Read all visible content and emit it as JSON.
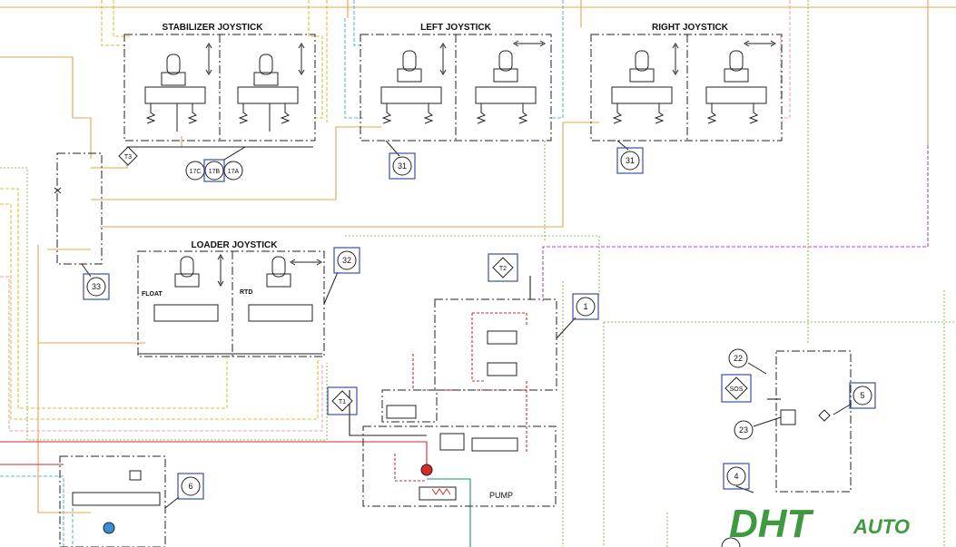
{
  "joysticks": {
    "stabilizer": "STABILIZER JOYSTICK",
    "left": "LEFT JOYSTICK",
    "right": "RIGHT JOYSTICK",
    "loader": "LOADER JOYSTICK"
  },
  "callouts": {
    "c31a": "31",
    "c31b": "31",
    "c33": "33",
    "c32": "32",
    "c1": "1",
    "c6": "6",
    "c5": "5",
    "c4": "4",
    "c22": "22",
    "c23": "23",
    "c17c": "17C",
    "c17b": "17B",
    "c17a": "17A"
  },
  "ports": {
    "t1": "T1",
    "t2": "T2",
    "t3": "T3",
    "sos": "SOS"
  },
  "labels": {
    "float": "FLOAT",
    "rtd": "RTD",
    "pump": "PUMP"
  },
  "logo": {
    "mark": "DHT",
    "text": "AUTO",
    "color": "#3f9a3f"
  },
  "colors": {
    "orange": "#e8a44a",
    "yellow": "#d9c23a",
    "cyan": "#5fb8c9",
    "purple": "#a34fc2",
    "green": "#8fbf5a",
    "pink": "#e8a8b8",
    "red": "#d62a2a",
    "teal": "#1a8f7a"
  }
}
